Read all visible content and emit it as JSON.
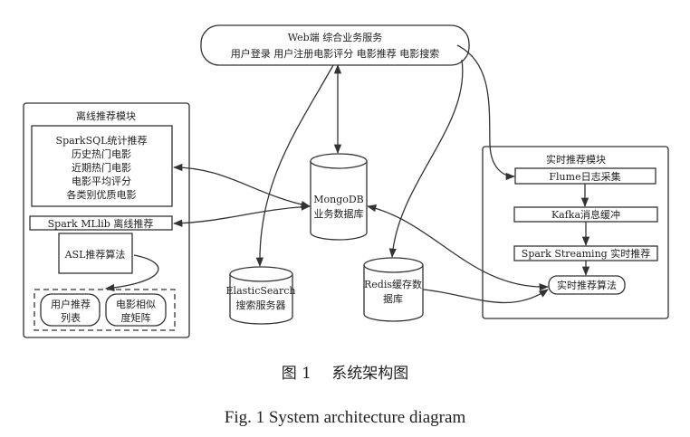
{
  "web": {
    "title": "Web端 综合业务服务",
    "subtitle": "用户登录 用户注册电影评分 电影推荐 电影搜索"
  },
  "offline": {
    "title": "离线推荐模块",
    "sparksql": [
      "SparkSQL统计推荐",
      "历史热门电影",
      "近期热门电影",
      "电影平均评分",
      "各类别优质电影"
    ],
    "mllib": "Spark MLlib 离线推荐",
    "als": "ASL推荐算法",
    "user_list": [
      "用户推荐",
      "列表"
    ],
    "similarity": [
      "电影相似",
      "度矩阵"
    ]
  },
  "mongodb": [
    "MongoDB",
    "业务数据库"
  ],
  "elasticsearch": [
    "ElasticSearch",
    "搜索服务器"
  ],
  "redis": [
    "Redis缓存数",
    "据库"
  ],
  "realtime": {
    "title": "实时推荐模块",
    "flume": "Flume日志采集",
    "kafka": "Kafka消息缓冲",
    "streaming": "Spark Streaming 实时推荐",
    "algorithm": "实时推荐算法"
  },
  "caption": {
    "zh": "图 1　 系统架构图",
    "en": "Fig. 1 System architecture diagram"
  }
}
